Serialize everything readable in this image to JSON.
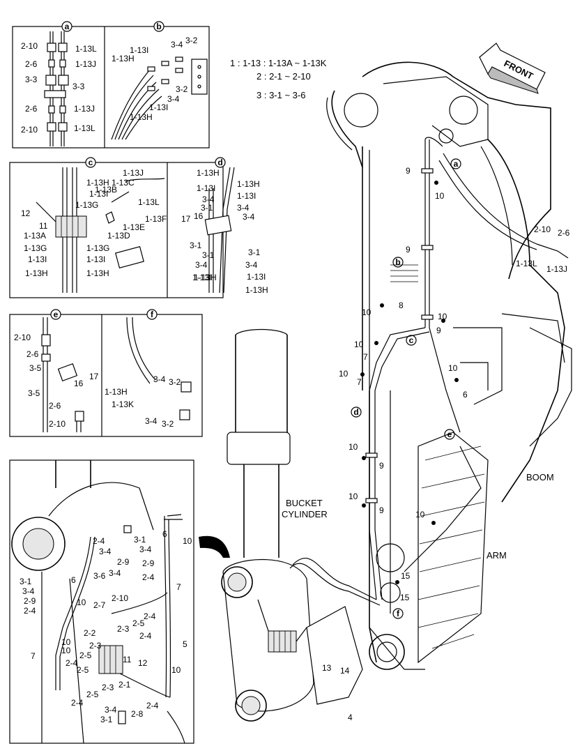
{
  "legend": {
    "line1": "1 : 1-13 : 1-13A ~ 1-13K",
    "line2": "2 : 2-1 ~ 2-10",
    "line3": "3 : 3-1 ~ 3-6"
  },
  "arrow_label": "FRONT",
  "labels": {
    "boom": "BOOM",
    "arm": "ARM",
    "bucket_cylinder_1": "BUCKET",
    "bucket_cylinder_2": "CYLINDER"
  },
  "badges": {
    "a": "a",
    "b": "b",
    "c": "c",
    "d": "d",
    "e": "e",
    "f": "f"
  },
  "panel_a": {
    "labels": [
      "2-10",
      "1-13L",
      "2-6",
      "1-13J",
      "3-3",
      "3-3",
      "2-6",
      "1-13J",
      "2-10",
      "1-13L"
    ]
  },
  "panel_b": {
    "labels": [
      "1-13I",
      "3-4",
      "3-2",
      "1-13H",
      "3-2",
      "3-4",
      "1-13I",
      "1-13H"
    ]
  },
  "panel_c": {
    "labels": [
      "1-13J",
      "1-13H",
      "1-13C",
      "1-13I",
      "1-13B",
      "1-13G",
      "1-13L",
      "12",
      "11",
      "1-13F",
      "1-13E",
      "1-13A",
      "1-13D",
      "1-13G",
      "1-13G",
      "1-13I",
      "1-13I",
      "1-13H",
      "1-13H"
    ]
  },
  "panel_d": {
    "labels": [
      "1-13H",
      "1-13H",
      "1-13I",
      "1-13I",
      "3-4",
      "3-4",
      "3-1",
      "3-4",
      "17",
      "16",
      "3-1",
      "3-1",
      "3-1",
      "3-4",
      "3-4",
      "1-13I",
      "1-13I",
      "1-13H",
      "1-13H"
    ]
  },
  "panel_e": {
    "labels": [
      "2-10",
      "2-6",
      "3-5",
      "17",
      "16",
      "3-5",
      "2-6",
      "2-10"
    ]
  },
  "panel_f": {
    "labels": [
      "3-4",
      "3-2",
      "1-13H",
      "1-13K",
      "3-4",
      "3-2"
    ]
  },
  "panel_detail": {
    "labels": [
      "2-4",
      "3-1",
      "6",
      "10",
      "3-4",
      "3-4",
      "2-9",
      "2-9",
      "3-6",
      "3-4",
      "2-4",
      "3-1",
      "6",
      "3-4",
      "10",
      "7",
      "2-9",
      "2-4",
      "2-7",
      "2-10",
      "2-5",
      "2-4",
      "10",
      "2-2",
      "2-3",
      "2-4",
      "2-3",
      "2-5",
      "5",
      "7",
      "10",
      "2-5",
      "11",
      "12",
      "10",
      "2-4",
      "2-3",
      "2-1",
      "2-5",
      "2-4",
      "2-4",
      "2-8",
      "3-4",
      "3-1"
    ]
  },
  "main_view": {
    "labels": [
      "9",
      "10",
      "9",
      "10",
      "8",
      "10",
      "10",
      "9",
      "10",
      "7",
      "10",
      "7",
      "10",
      "6",
      "9",
      "10",
      "9",
      "10",
      "15",
      "15",
      "13",
      "14",
      "4",
      "2-10",
      "2-6",
      "1-13L",
      "1-13J"
    ]
  }
}
